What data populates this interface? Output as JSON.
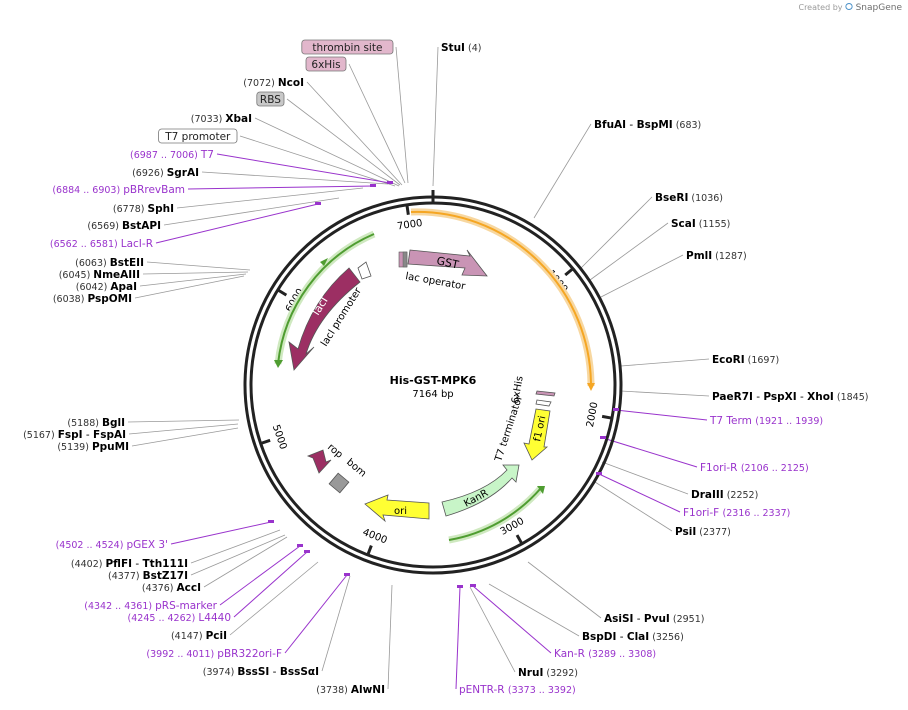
{
  "credit": {
    "prefix": "Created by",
    "brand": "SnapGene"
  },
  "plasmid": {
    "name": "His-GST-MPK6",
    "length_label": "7164 bp",
    "length": 7164
  },
  "ruler_ticks": [
    {
      "pos": 1000,
      "label": "1000"
    },
    {
      "pos": 2000,
      "label": "2000"
    },
    {
      "pos": 3000,
      "label": "3000"
    },
    {
      "pos": 4000,
      "label": "4000"
    },
    {
      "pos": 5000,
      "label": "5000"
    },
    {
      "pos": 6000,
      "label": "6000"
    },
    {
      "pos": 7000,
      "label": "7000"
    }
  ],
  "features": [
    {
      "name": "GST",
      "label": "GST",
      "color": "#c994b5"
    },
    {
      "name": "lacI",
      "label": "lacI",
      "color": "#9c2f63"
    },
    {
      "name": "lacI-promoter",
      "label": "lacI promoter",
      "color": "#ffffff"
    },
    {
      "name": "lac-operator",
      "label": "lac operator",
      "color": "#ffffff"
    },
    {
      "name": "f1-ori",
      "label": "f1 ori",
      "color": "#ffff33"
    },
    {
      "name": "KanR",
      "label": "KanR",
      "color": "#c8f5c8"
    },
    {
      "name": "ori",
      "label": "ori",
      "color": "#ffff33"
    },
    {
      "name": "rop",
      "label": "rop",
      "color": "#9c2f63"
    },
    {
      "name": "bom",
      "label": "bom",
      "color": "#999999"
    },
    {
      "name": "T7-terminator",
      "label": "T7 terminator",
      "color": "#ffffff"
    },
    {
      "name": "6xHis-inner",
      "label": "6xHis",
      "color": "#c994b5"
    }
  ],
  "orfs": [
    {
      "name": "orf-orange",
      "color": "#f5a623"
    },
    {
      "name": "orf-green-left",
      "color": "#6bb34a"
    },
    {
      "name": "orf-green-bottom",
      "color": "#6bb34a"
    }
  ],
  "left_labels": [
    {
      "kind": "feature",
      "text": "thrombin site",
      "fill": "#e2b7cc"
    },
    {
      "kind": "feature",
      "text": "6xHis",
      "fill": "#e2b7cc"
    },
    {
      "kind": "enzyme",
      "pos": "(7072)",
      "name": "NcoI"
    },
    {
      "kind": "feature",
      "text": "RBS",
      "fill": "#c8c8c8"
    },
    {
      "kind": "enzyme",
      "pos": "(7033)",
      "name": "XbaI"
    },
    {
      "kind": "feature",
      "text": "T7 promoter",
      "fill": "#ffffff"
    },
    {
      "kind": "primer",
      "pos": "(6987 .. 7006)",
      "name": "T7"
    },
    {
      "kind": "enzyme",
      "pos": "(6926)",
      "name": "SgrAI"
    },
    {
      "kind": "primer",
      "pos": "(6884 .. 6903)",
      "name": "pBRrevBam"
    },
    {
      "kind": "enzyme",
      "pos": "(6778)",
      "name": "SphI"
    },
    {
      "kind": "enzyme",
      "pos": "(6569)",
      "name": "BstAPI"
    },
    {
      "kind": "primer",
      "pos": "(6562 .. 6581)",
      "name": "LacI-R"
    },
    {
      "kind": "enzyme",
      "pos": "(6063)",
      "name": "BstEII"
    },
    {
      "kind": "enzyme",
      "pos": "(6045)",
      "name": "NmeAIII"
    },
    {
      "kind": "enzyme",
      "pos": "(6042)",
      "name": "ApaI"
    },
    {
      "kind": "enzyme",
      "pos": "(6038)",
      "name": "PspOMI"
    },
    {
      "kind": "enzyme",
      "pos": "(5188)",
      "name": "BglI"
    },
    {
      "kind": "enzyme2",
      "pos": "(5167)",
      "name": "FspI",
      "name2": "FspAI"
    },
    {
      "kind": "enzyme",
      "pos": "(5139)",
      "name": "PpuMI"
    },
    {
      "kind": "primer",
      "pos": "(4502 .. 4524)",
      "name": "pGEX 3'"
    },
    {
      "kind": "enzyme2",
      "pos": "(4402)",
      "name": "PflFI",
      "name2": "Tth111I"
    },
    {
      "kind": "enzyme",
      "pos": "(4377)",
      "name": "BstZ17I"
    },
    {
      "kind": "enzyme",
      "pos": "(4376)",
      "name": "AccI"
    },
    {
      "kind": "primer",
      "pos": "(4342 .. 4361)",
      "name": "pRS-marker"
    },
    {
      "kind": "primer",
      "pos": "(4245 .. 4262)",
      "name": "L4440"
    },
    {
      "kind": "enzyme",
      "pos": "(4147)",
      "name": "PciI"
    },
    {
      "kind": "primer",
      "pos": "(3992 .. 4011)",
      "name": "pBR322ori-F"
    },
    {
      "kind": "enzyme2",
      "pos": "(3974)",
      "name": "BssSI",
      "name2": "BssSαI"
    },
    {
      "kind": "enzyme",
      "pos": "(3738)",
      "name": "AlwNI"
    }
  ],
  "right_labels": [
    {
      "kind": "enzyme",
      "name": "StuI",
      "pos": "(4)"
    },
    {
      "kind": "enzyme2",
      "name": "BfuAI",
      "name2": "BspMI",
      "pos": "(683)"
    },
    {
      "kind": "enzyme",
      "name": "BseRI",
      "pos": "(1036)"
    },
    {
      "kind": "enzyme",
      "name": "ScaI",
      "pos": "(1155)"
    },
    {
      "kind": "enzyme",
      "name": "PmlI",
      "pos": "(1287)"
    },
    {
      "kind": "enzyme",
      "name": "EcoRI",
      "pos": "(1697)"
    },
    {
      "kind": "enzyme3",
      "name": "PaeR7I",
      "name2": "PspXI",
      "name3": "XhoI",
      "pos": "(1845)"
    },
    {
      "kind": "primer",
      "name": "T7 Term",
      "pos": "(1921 .. 1939)"
    },
    {
      "kind": "primer",
      "name": "F1ori-R",
      "pos": "(2106 .. 2125)"
    },
    {
      "kind": "enzyme",
      "name": "DraIII",
      "pos": "(2252)"
    },
    {
      "kind": "primer",
      "name": "F1ori-F",
      "pos": "(2316 .. 2337)"
    },
    {
      "kind": "enzyme",
      "name": "PsiI",
      "pos": "(2377)"
    },
    {
      "kind": "enzyme2",
      "name": "AsiSI",
      "name2": "PvuI",
      "pos": "(2951)"
    },
    {
      "kind": "enzyme2",
      "name": "BspDI",
      "name2": "ClaI",
      "pos": "(3256)"
    },
    {
      "kind": "primer",
      "name": "Kan-R",
      "pos": "(3289 .. 3308)"
    },
    {
      "kind": "enzyme",
      "name": "NruI",
      "pos": "(3292)"
    },
    {
      "kind": "primer",
      "name": "pENTR-R",
      "pos": "(3373 .. 3392)"
    }
  ],
  "colors": {
    "primer": "#9933cc",
    "enzyme": "#000000",
    "position": "#333333",
    "ring": "#222222"
  }
}
